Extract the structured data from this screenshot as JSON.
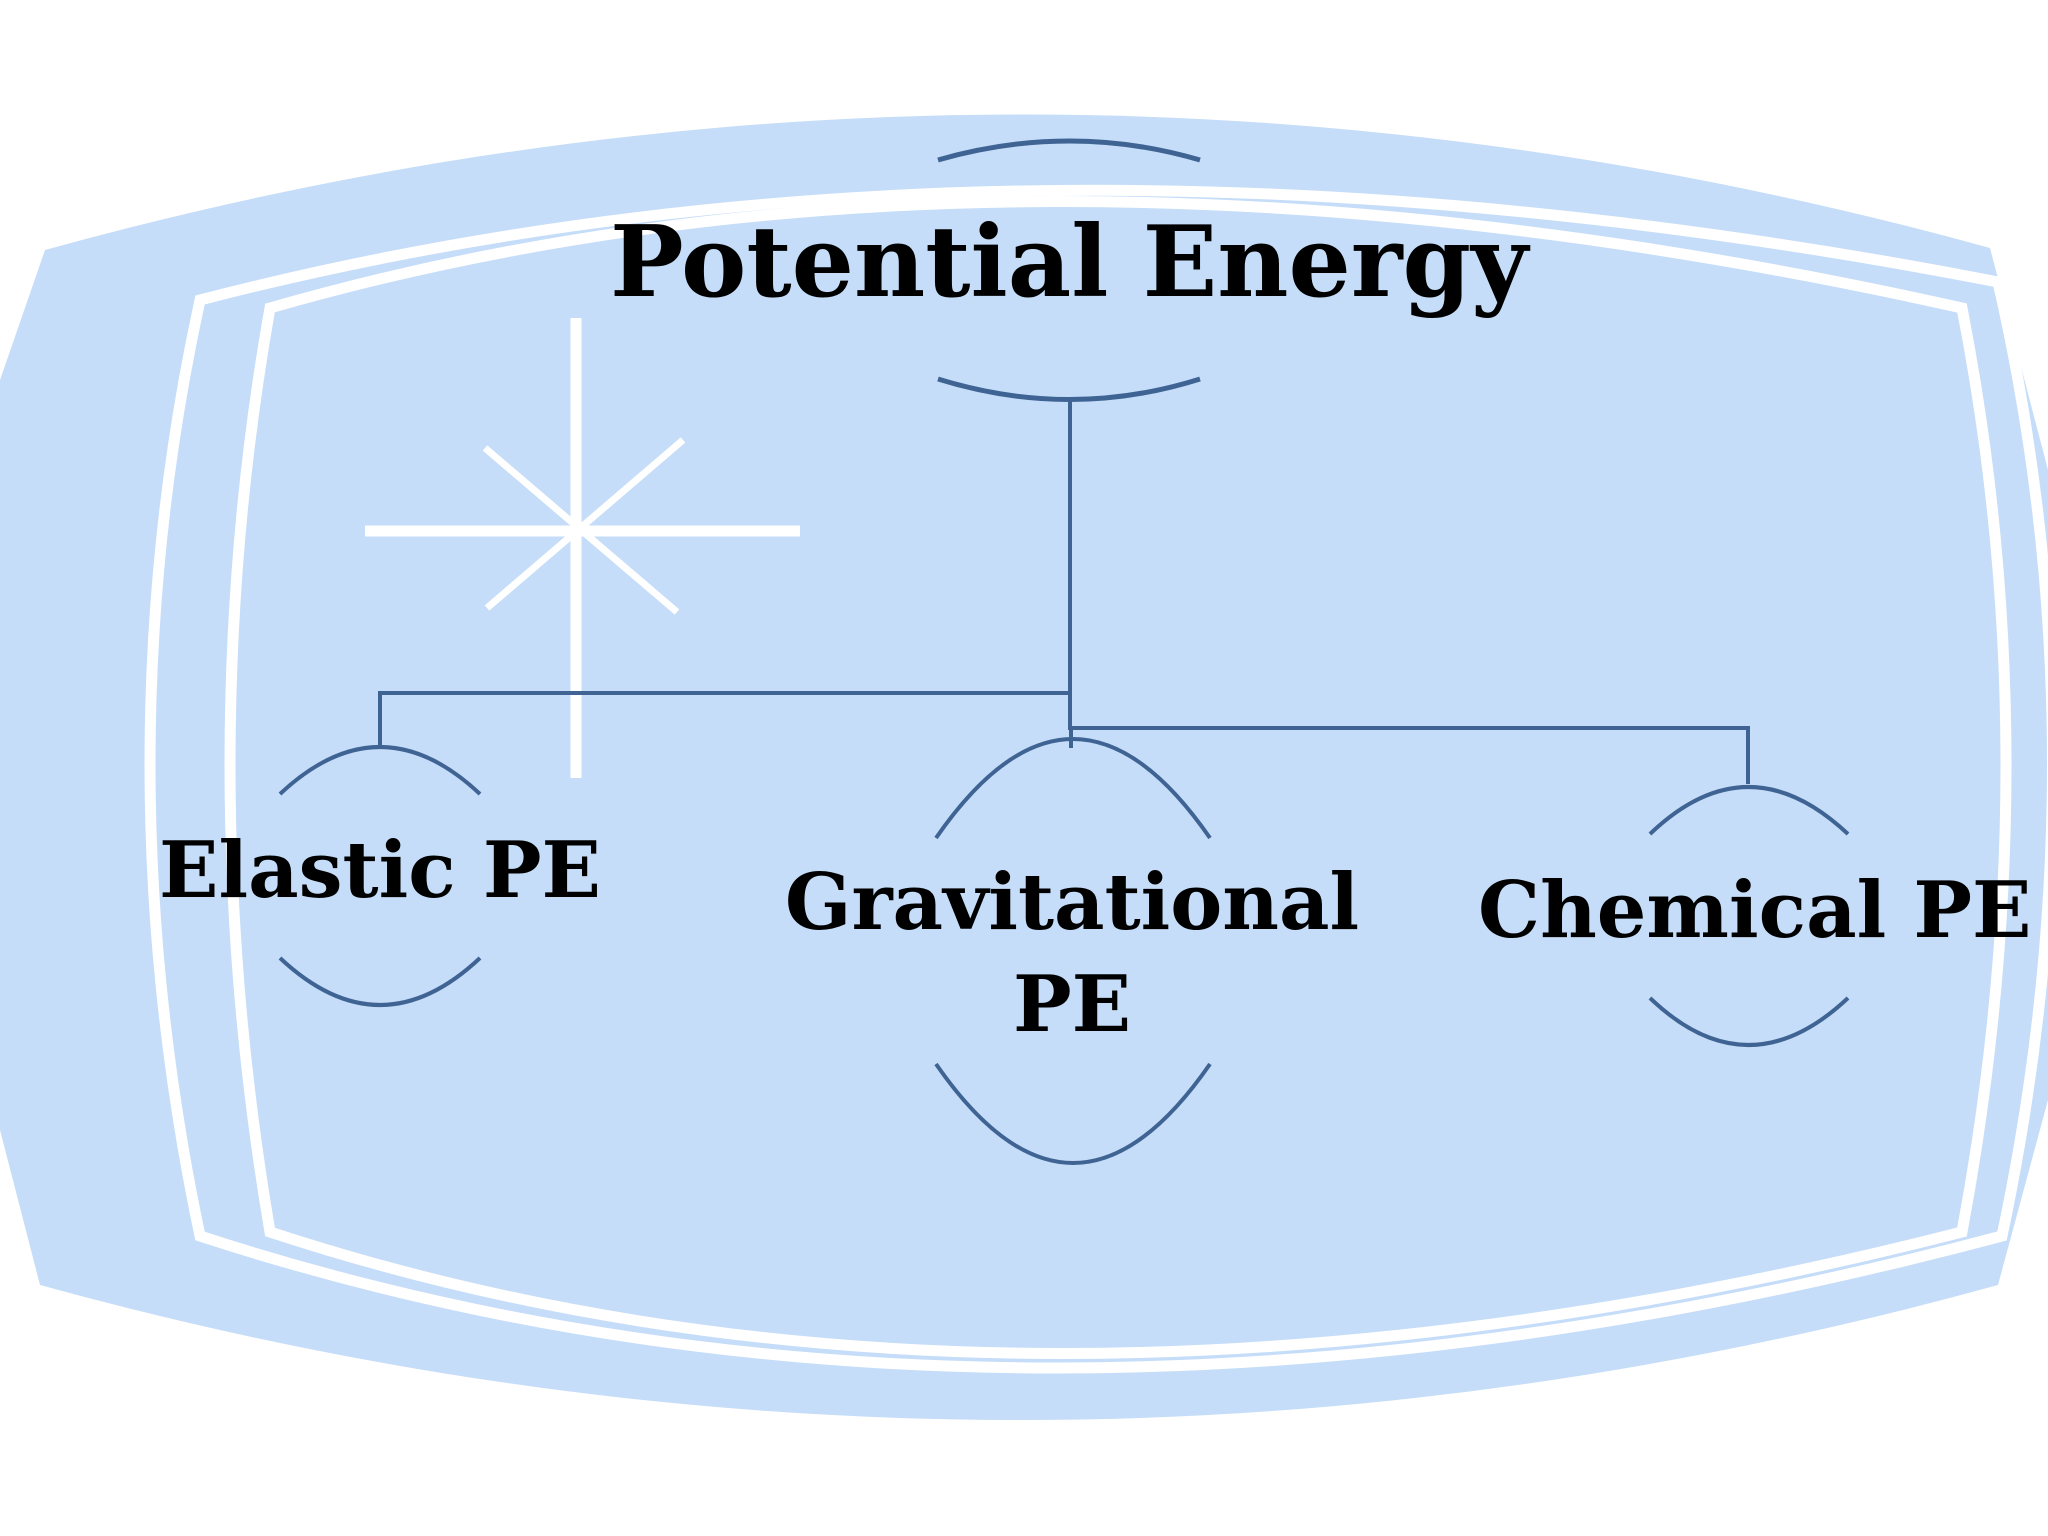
{
  "diagram": {
    "root": {
      "label": "Potential Energy"
    },
    "children": [
      {
        "label": "Elastic PE"
      },
      {
        "label": "Gravitational PE"
      },
      {
        "label": "Chemical PE"
      }
    ]
  },
  "colors": {
    "background_shape": "#c5ddf8",
    "frame_stroke": "#ffffff",
    "connector": "#3f6494",
    "text": "#000000"
  }
}
